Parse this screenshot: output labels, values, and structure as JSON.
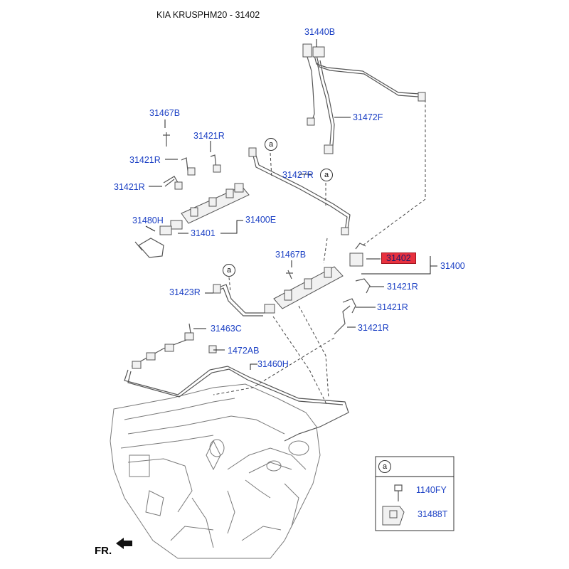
{
  "header": {
    "title": "KIA KRUSPHM20 - 31402"
  },
  "parts": {
    "p31440B": "31440B",
    "p31472F": "31472F",
    "p31467B_top": "31467B",
    "p31421R_a": "31421R",
    "p31421R_b": "31421R",
    "p31421R_c": "31421R",
    "p31427R": "31427R",
    "p31480H": "31480H",
    "p31400E": "31400E",
    "p31401": "31401",
    "p31467B_mid": "31467B",
    "p31402": "31402",
    "p31400": "31400",
    "p31423R": "31423R",
    "p31421R_d": "31421R",
    "p31421R_e": "31421R",
    "p31421R_f": "31421R",
    "p31463C": "31463C",
    "p1472AB": "1472AB",
    "p31460H": "31460H",
    "p1140FY": "1140FY",
    "p31488T": "31488T"
  },
  "callouts": {
    "a": "a"
  },
  "direction": {
    "front": "FR."
  },
  "highlight_color": "#e8313f",
  "label_color": "#1a3fc4"
}
